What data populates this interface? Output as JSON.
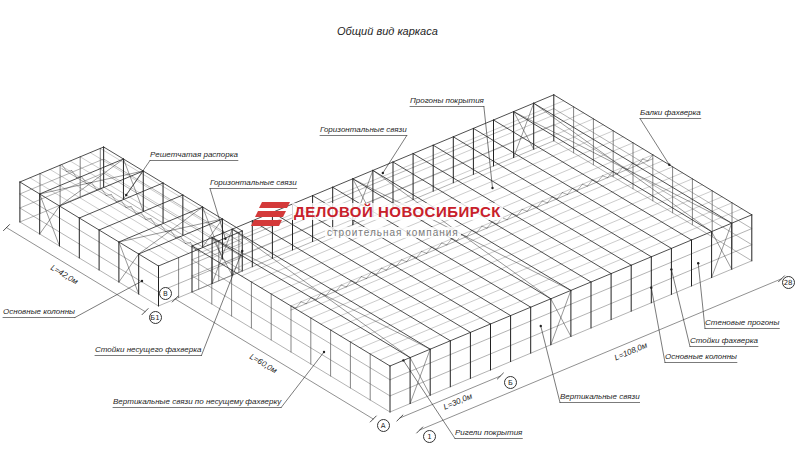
{
  "diagram": {
    "title": "Общий вид каркаса",
    "labels": [
      "Прогоны покрытия",
      "Балки фахверка",
      "Горизонтальные связи",
      "Решетчатая распорка",
      "Горизонтальные связи",
      "Стеновые прогоны",
      "Стойки фахверка",
      "Основные колонны",
      "Основные колонны",
      "Стойки несущего фахверка",
      "Вертикальные связи",
      "Вертикальные связи по несущему фахверку",
      "Ригели покрытия",
      "L=42,0м",
      "L=60,0м",
      "L=30,0м",
      "L=108,0м",
      "Б1",
      "В",
      "А",
      "1",
      "Б",
      "28",
      "ДЕЛОВОЙ НОВОСИБИРСК",
      "строительная компания"
    ]
  }
}
